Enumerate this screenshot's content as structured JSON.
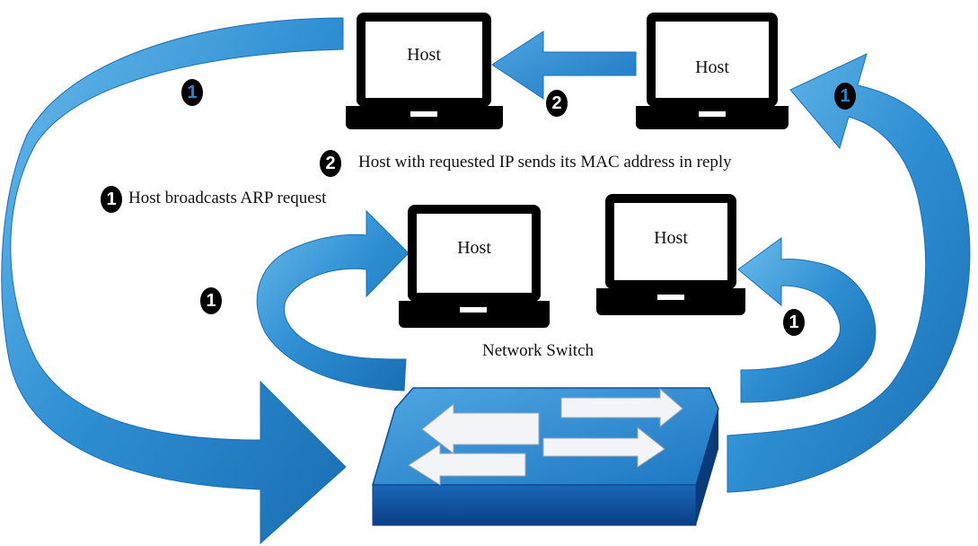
{
  "hosts": {
    "top_left": "Host",
    "top_right": "Host",
    "middle_left": "Host",
    "middle_right": "Host"
  },
  "captions": {
    "step2": "Host with requested IP sends its MAC address in reply",
    "step1": "Host broadcasts ARP request",
    "switch_label": "Network Switch"
  },
  "badges": {
    "left_outer": "1",
    "right_outer": "1",
    "top_middle": "2",
    "caption_step2": "2",
    "caption_step1": "1",
    "left_inner": "1",
    "right_inner": "1"
  },
  "colors": {
    "arrow_blue": "#2b86c8",
    "arrow_light": "#5fb0e6",
    "switch_blue": "#1f73c9",
    "switch_dark": "#0b4a94"
  }
}
